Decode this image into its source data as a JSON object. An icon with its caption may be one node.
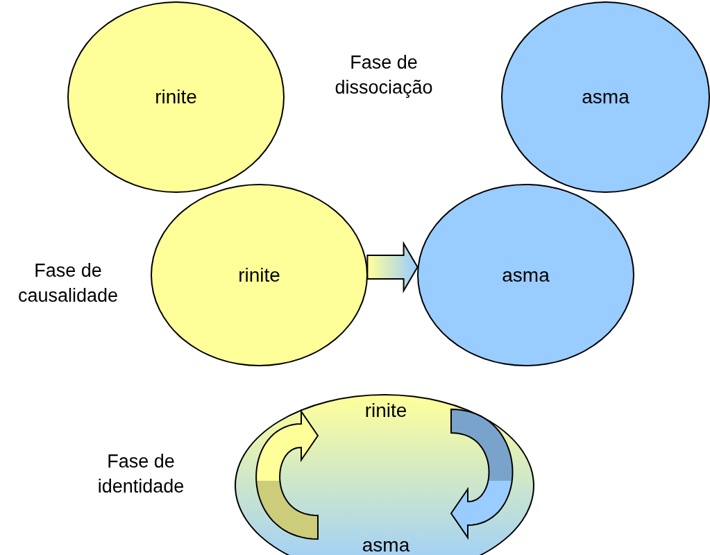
{
  "diagram": {
    "nodes": [
      {
        "text": [
          "rinite"
        ]
      },
      {
        "text": [
          "asma"
        ]
      },
      {
        "text": [
          "rinite"
        ]
      },
      {
        "text": [
          "asma"
        ]
      },
      {
        "text": [],
        "shape": "ellipse"
      },
      {
        "text": [
          "rinite"
        ],
        "in": 4
      },
      {
        "text": [
          "asma"
        ],
        "in": 4
      }
    ],
    "edges": [
      {
        "from": 2,
        "to": 3,
        "arrow": "to"
      },
      {
        "from": 6,
        "to": 5,
        "arrow": "to"
      },
      {
        "from": 5,
        "to": 6,
        "arrow": "to"
      }
    ],
    "labels": [
      "Fase de dissociação",
      "Fase de causalidade",
      "Fase de identidade"
    ]
  }
}
